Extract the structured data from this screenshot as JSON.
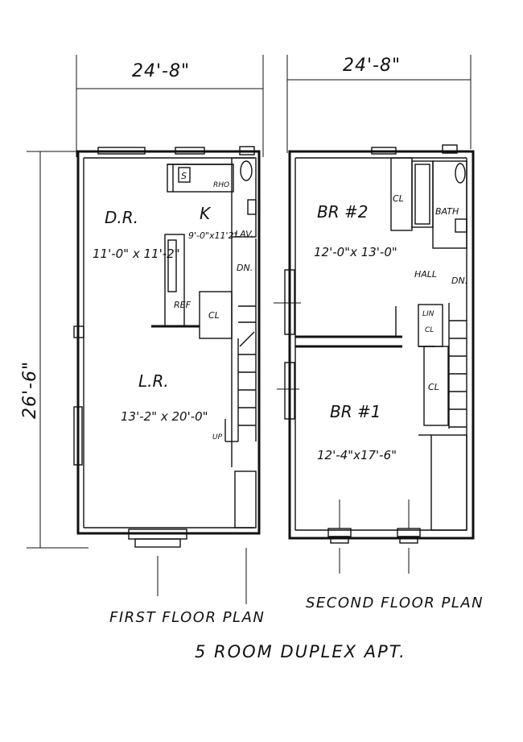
{
  "dimensions": {
    "first_width": "24'-8\"",
    "second_width": "24'-8\"",
    "height": "26'-6\""
  },
  "first_floor": {
    "caption": "FIRST FLOOR PLAN",
    "dining_room": {
      "name": "D.R.",
      "size": "11'-0\" x 11'-2\""
    },
    "kitchen": {
      "name": "K",
      "size": "9'-0\"x11'2\""
    },
    "living_room": {
      "name": "L.R.",
      "size": "13'-2\" x 20'-0\""
    },
    "labels": {
      "stove": "S",
      "range_hood": "RHO",
      "lav": "LAV.",
      "refrigerator": "REF",
      "closet": "CL",
      "down": "DN.",
      "up": "UP"
    }
  },
  "second_floor": {
    "caption": "SECOND FLOOR PLAN",
    "bedroom_2": {
      "name": "BR #2",
      "size": "12'-0\"x 13'-0\""
    },
    "bedroom_1": {
      "name": "BR #1",
      "size": "12'-4\"x17'-6\""
    },
    "labels": {
      "closet_br2": "CL",
      "bath": "BATH",
      "hall": "HALL",
      "down": "DN.",
      "linen_1": "LIN",
      "linen_2": "CL",
      "closet_br1": "CL"
    }
  },
  "title": "5 ROOM DUPLEX APT."
}
